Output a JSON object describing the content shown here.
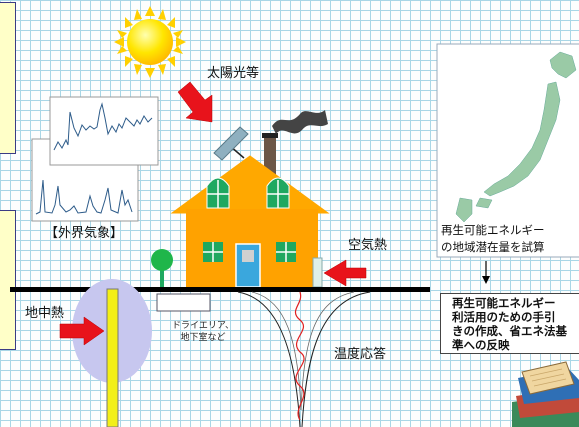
{
  "labels": {
    "sunlight": "太陽光等",
    "external_weather": "【外界気象】",
    "air_heat": "空気熱",
    "ground_heat": "地中熱",
    "temperature_response": "温度応答",
    "dry_area_line1": "ドライエリア、",
    "dry_area_line2": "地下室など",
    "potential_line1": "再生可能エネルギー",
    "potential_line2": "の地域潜在量を試算",
    "guide_line1": "再生可能エネルギー",
    "guide_line2": "利活用のための手引",
    "guide_line3": "きの作成、省エネ法基",
    "guide_line4": "準への反映"
  },
  "colors": {
    "house": "#ffa200",
    "roof": "#ffa800",
    "window": "#1fa860",
    "door": "#3aa7dd",
    "arrow": "#e8131b",
    "sun": "#ffd000",
    "note_box": "#ffffc8",
    "ground_pipe": "#f3ef18",
    "ground_ellipse": "#c7c7ef"
  },
  "icons": [
    "sun-icon",
    "house-icon",
    "solar-panel-icon",
    "chimney-smoke-icon",
    "tree-icon",
    "air-heat-unit-icon",
    "japan-map-icon",
    "books-icon",
    "weather-chart-icon",
    "arrow-down-icon"
  ]
}
